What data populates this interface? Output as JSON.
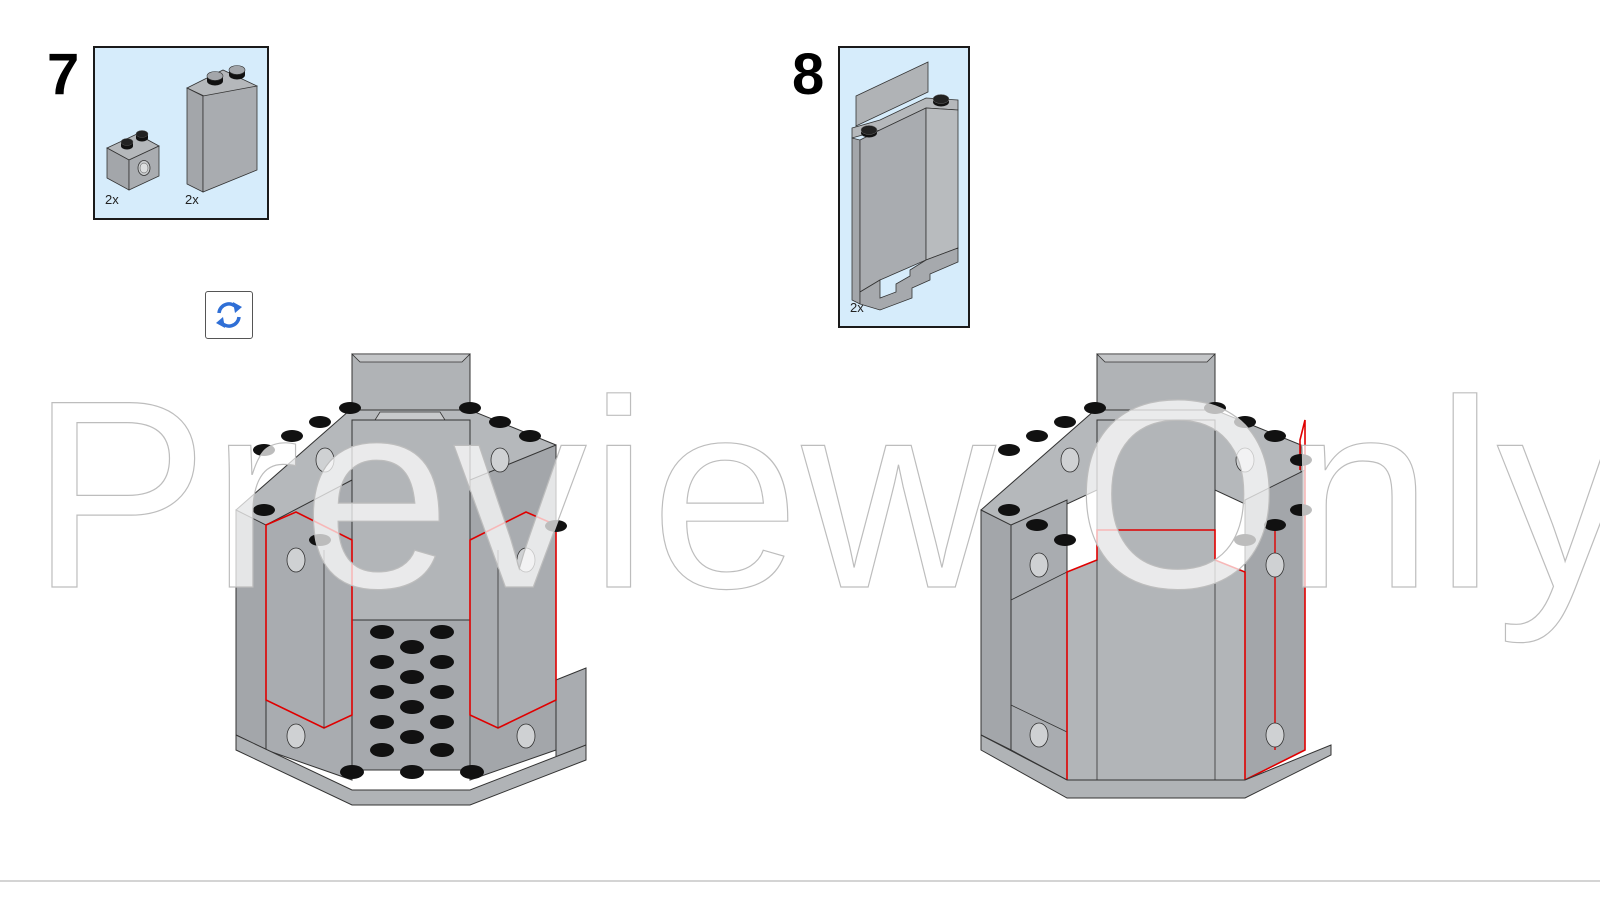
{
  "steps": [
    {
      "number": "7",
      "parts": [
        {
          "name": "Technic brick 1x2 with hole",
          "quantity": "2x",
          "color": "light bluish gray"
        },
        {
          "name": "Brick 1x2x3",
          "quantity": "2x",
          "color": "light bluish gray"
        }
      ],
      "has_rotate_icon": true
    },
    {
      "number": "8",
      "parts": [
        {
          "name": "Panel corner wall",
          "quantity": "2x",
          "color": "light bluish gray"
        }
      ]
    }
  ],
  "rotate_button": {
    "icon": "rotate-arrows-icon",
    "color": "#2f6fd6"
  },
  "watermark": {
    "text": "Preview Only"
  },
  "colors": {
    "callout_bg": "#d6ecfb",
    "brick_light": "#b5b8bb",
    "brick_mid": "#a3a6aa",
    "brick_dark": "#8f9296",
    "stud": "#111111",
    "highlight": "#e00000"
  }
}
